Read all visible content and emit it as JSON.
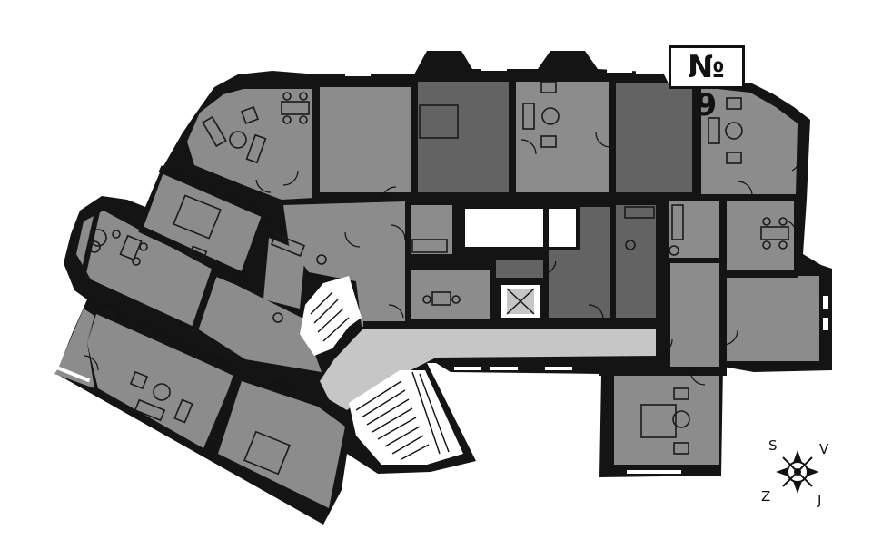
{
  "plan": {
    "badge_label": "№ 9"
  },
  "compass": {
    "north_label": "S",
    "east_label": "V",
    "south_label": "J",
    "west_label": "Z"
  },
  "colors": {
    "wall": "#141414",
    "apartment_mid": "#8c8c8c",
    "apartment_dark": "#636363",
    "corridor": "#c6c6c6"
  }
}
